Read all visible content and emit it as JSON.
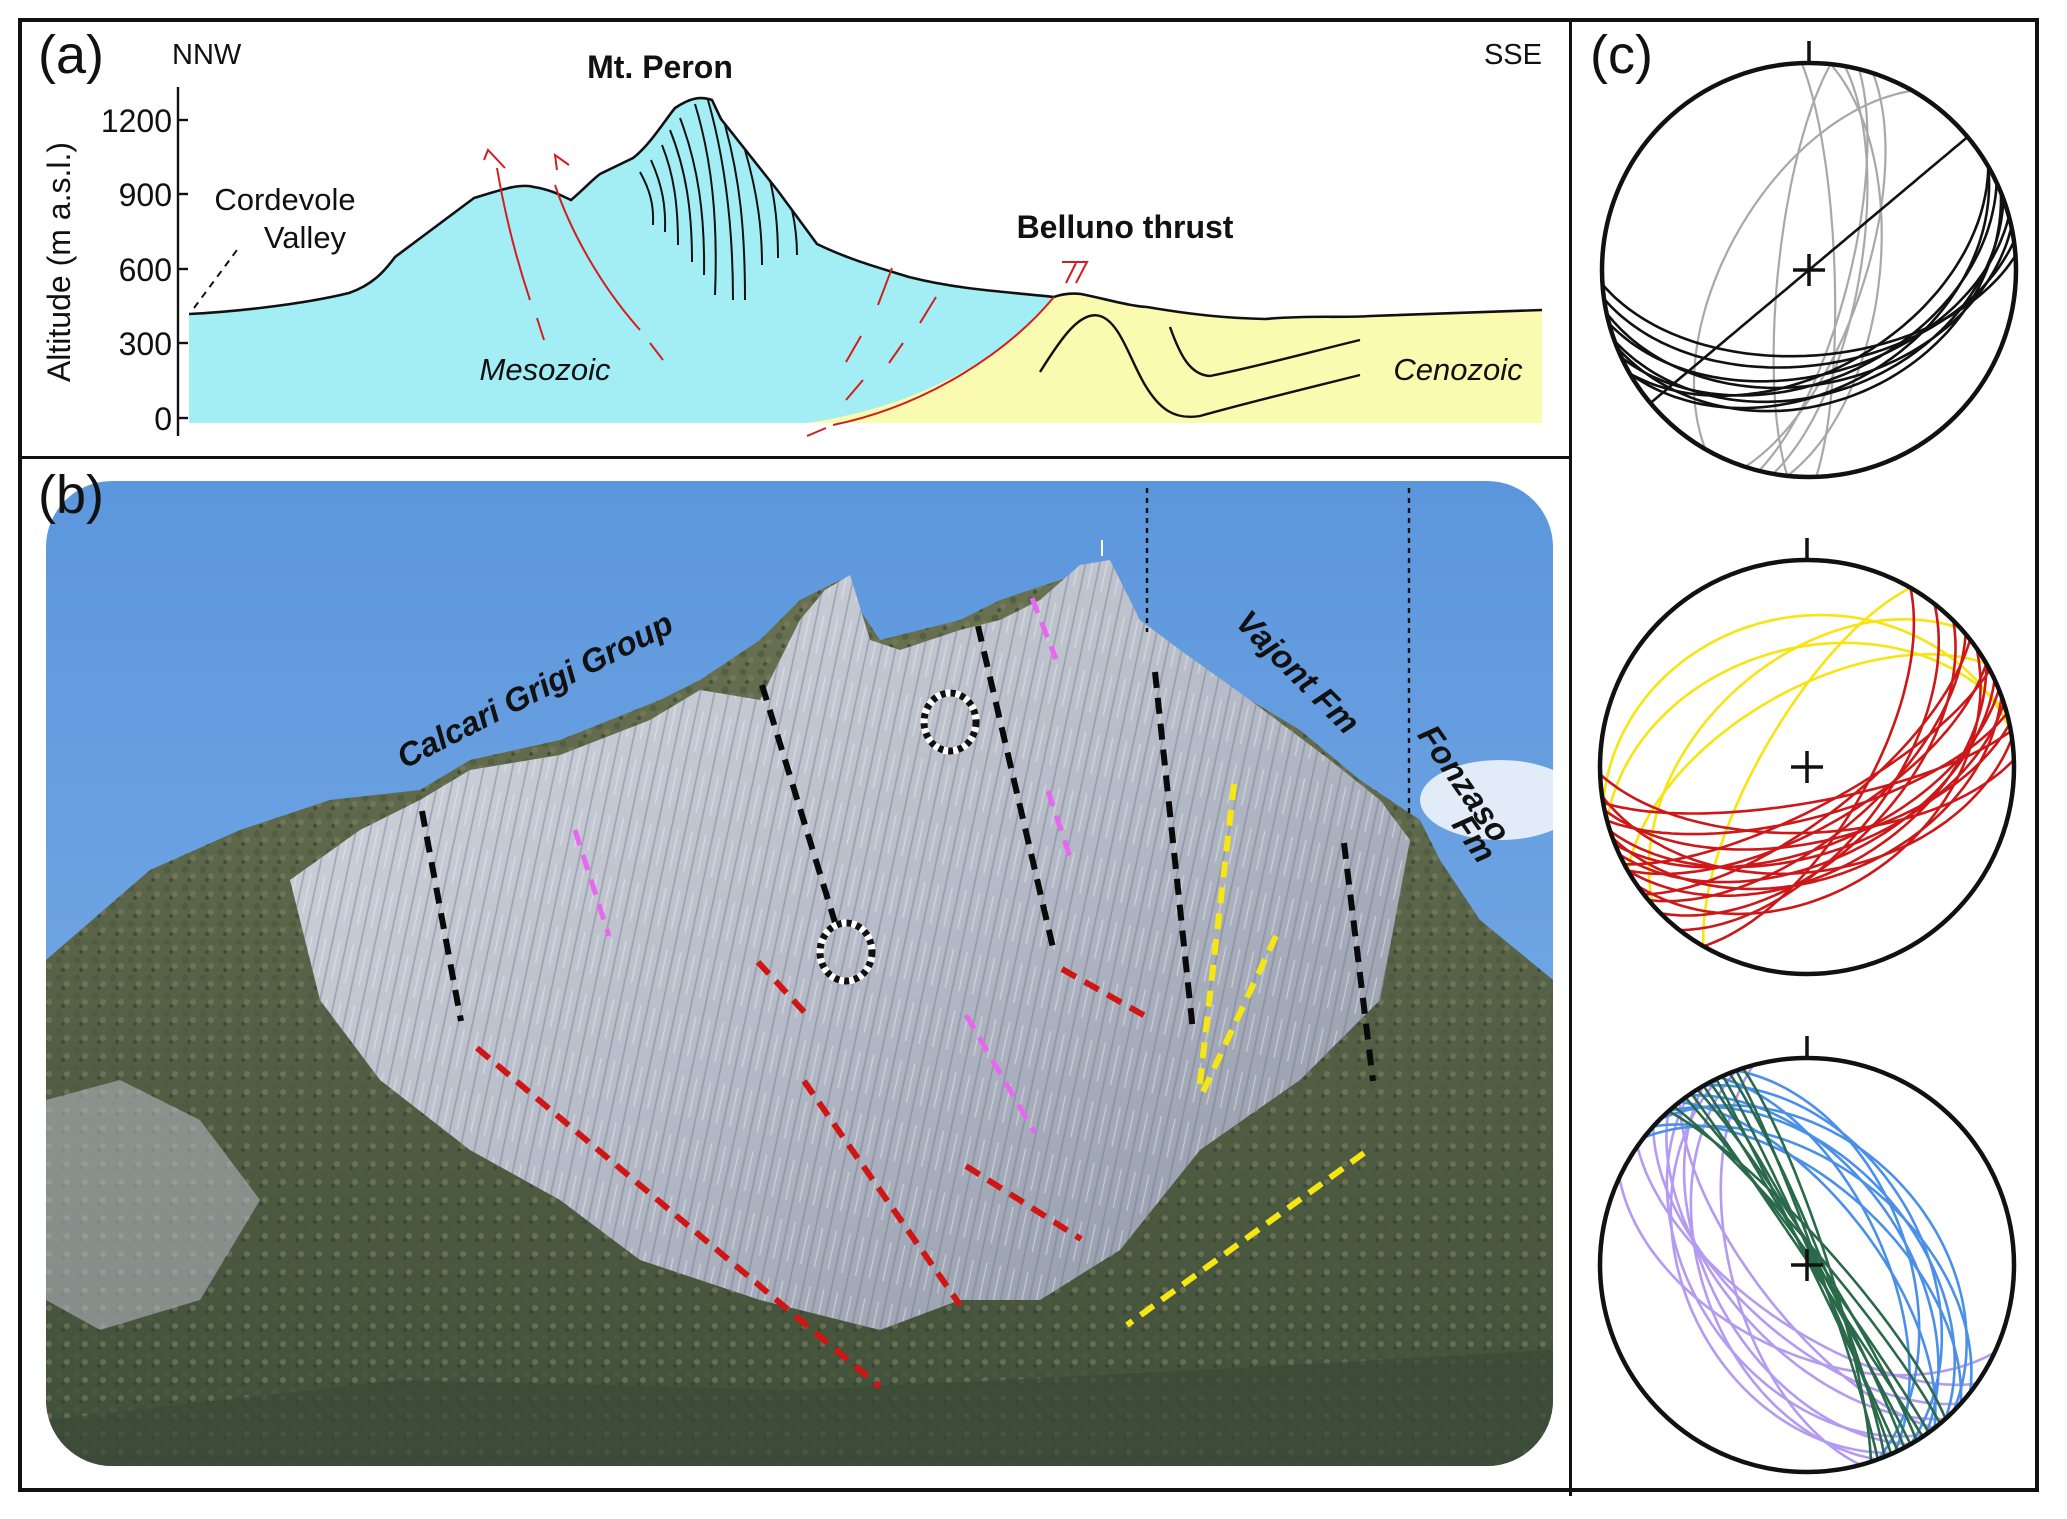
{
  "figure": {
    "panels": [
      {
        "id": "a",
        "label": "(a)"
      },
      {
        "id": "b",
        "label": "(b)"
      },
      {
        "id": "c",
        "label": "(c)"
      }
    ]
  },
  "cross_section": {
    "left_direction": "NNW",
    "right_direction": "SSE",
    "peak_label": "Mt. Peron",
    "valley_label_line1": "Cordevole",
    "valley_label_line2": "Valley",
    "thrust_label": "Belluno thrust",
    "unit_left": "Mesozoic",
    "unit_right": "Cenozoic",
    "y_axis_label": "Altitude (m a.s.l.)",
    "y_ticks": [
      0,
      300,
      600,
      900,
      1200
    ],
    "y_range": [
      0,
      1300
    ],
    "colors": {
      "mesozoic": "#a2eef4",
      "cenozoic": "#fafab0",
      "fault": "#d21e1e",
      "outline": "#111111"
    }
  },
  "photo": {
    "labels": {
      "calcari": "Calcari Grigi Group",
      "vajont": "Vajont Fm",
      "fonzaso_line1": "Fonzaso",
      "fonzaso_line2": "Fm"
    },
    "colors": {
      "black_set": "#0a0a0a",
      "red_set": "#d01515",
      "pink_set": "#e866f0",
      "yellow_set": "#f6e614"
    }
  },
  "stereonets": [
    {
      "name": "stereonet-1",
      "sets": [
        {
          "name": "gray-set",
          "color": "#a8a8a8",
          "planes": [
            [
              88,
              80
            ],
            [
              96,
              62
            ],
            [
              100,
              70
            ],
            [
              104,
              74
            ],
            [
              108,
              68
            ],
            [
              276,
              78
            ],
            [
              300,
              58
            ]
          ]
        },
        {
          "name": "black-set",
          "color": "#111111",
          "planes": [
            [
              140,
              90
            ],
            [
              150,
              42
            ],
            [
              155,
              46
            ],
            [
              160,
              40
            ],
            [
              165,
              48
            ],
            [
              168,
              44
            ],
            [
              172,
              52
            ],
            [
              158,
              36
            ],
            [
              176,
              56
            ],
            [
              150,
              50
            ]
          ]
        }
      ]
    },
    {
      "name": "stereonet-2",
      "sets": [
        {
          "name": "yellow-set",
          "color": "#f8e410",
          "planes": [
            [
              330,
              60
            ],
            [
              318,
              48
            ],
            [
              345,
              42
            ],
            [
              300,
              72
            ],
            [
              350,
              28
            ]
          ]
        },
        {
          "name": "red-set",
          "color": "#cc1818",
          "planes": [
            [
              145,
              40
            ],
            [
              150,
              48
            ],
            [
              155,
              52
            ],
            [
              158,
              58
            ],
            [
              162,
              55
            ],
            [
              168,
              60
            ],
            [
              140,
              62
            ],
            [
              135,
              55
            ],
            [
              150,
              66
            ],
            [
              172,
              48
            ],
            [
              160,
              45
            ],
            [
              165,
              70
            ],
            [
              128,
              58
            ],
            [
              178,
              64
            ],
            [
              142,
              70
            ],
            [
              152,
              74
            ],
            [
              120,
              66
            ],
            [
              170,
              76
            ]
          ]
        }
      ]
    },
    {
      "name": "stereonet-3",
      "sets": [
        {
          "name": "purple-set",
          "color": "#b49af0",
          "planes": [
            [
              235,
              45
            ],
            [
              240,
              52
            ],
            [
              228,
              58
            ],
            [
              222,
              62
            ],
            [
              245,
              40
            ],
            [
              250,
              48
            ],
            [
              215,
              66
            ],
            [
              232,
              70
            ],
            [
              205,
              55
            ],
            [
              255,
              60
            ]
          ]
        },
        {
          "name": "blue-set",
          "color": "#4a90e8",
          "planes": [
            [
              48,
              48
            ],
            [
              55,
              52
            ],
            [
              42,
              58
            ],
            [
              60,
              44
            ],
            [
              65,
              60
            ],
            [
              38,
              50
            ],
            [
              52,
              64
            ],
            [
              70,
              50
            ],
            [
              45,
              40
            ]
          ]
        },
        {
          "name": "green-set",
          "color": "#2a6a4a",
          "planes": [
            [
              60,
              88
            ],
            [
              62,
              86
            ],
            [
              64,
              89
            ],
            [
              66,
              87
            ],
            [
              58,
              85
            ],
            [
              68,
              84
            ],
            [
              56,
              89
            ],
            [
              70,
              86
            ],
            [
              54,
              87
            ],
            [
              72,
              82
            ],
            [
              50,
              84
            ],
            [
              48,
              80
            ]
          ]
        }
      ]
    }
  ]
}
